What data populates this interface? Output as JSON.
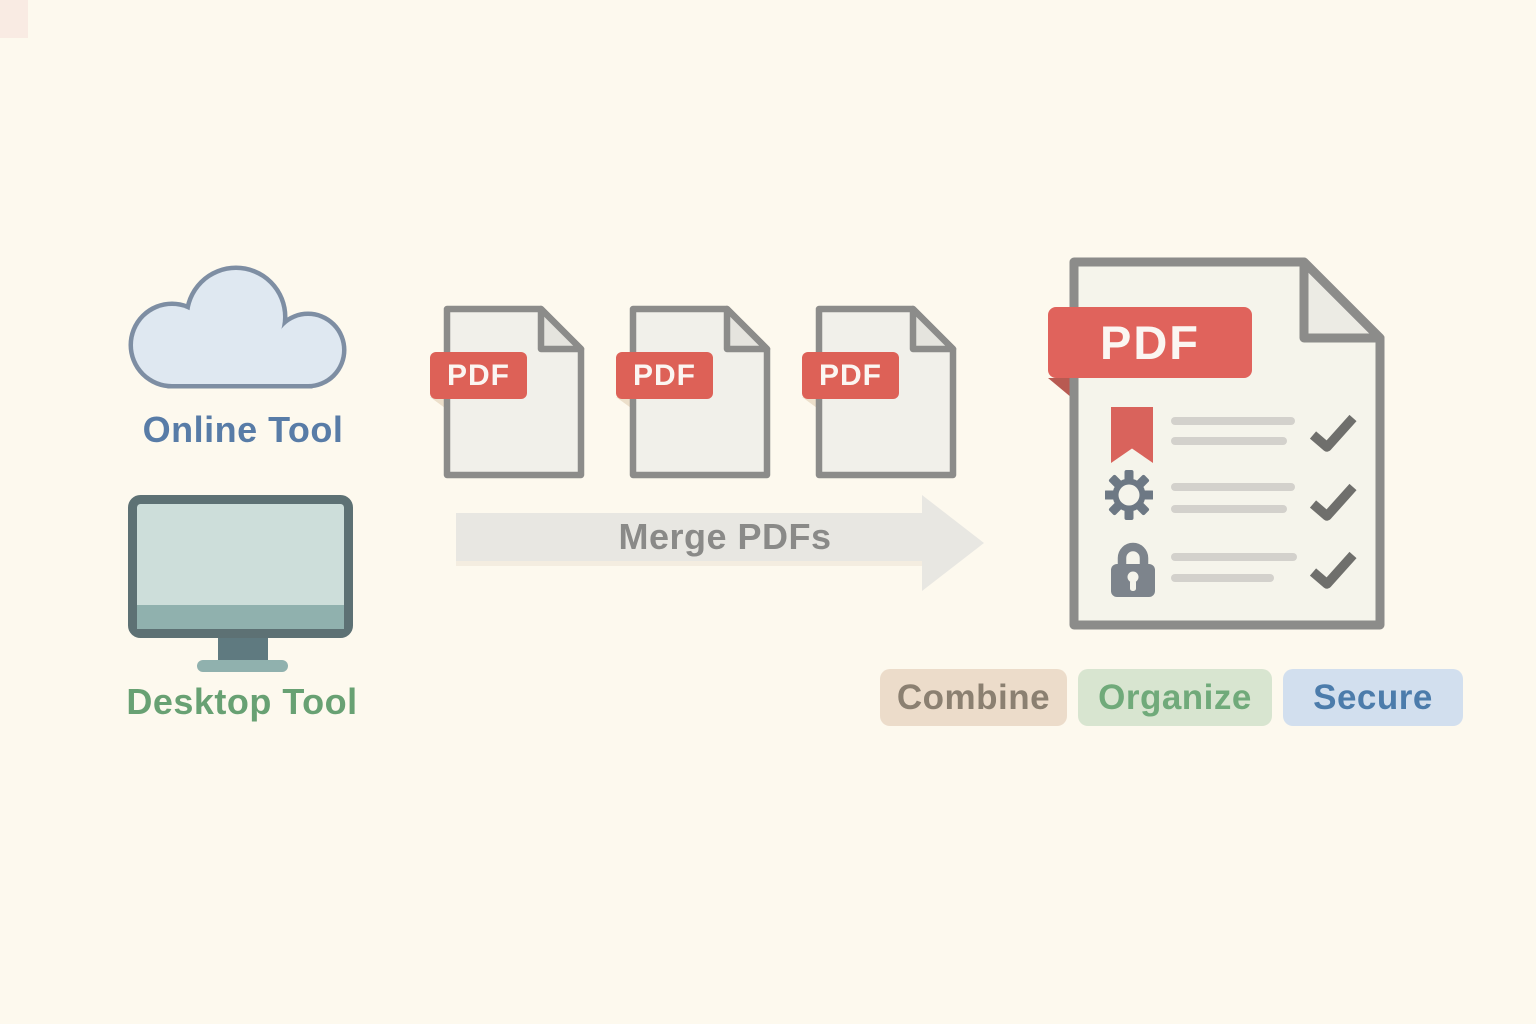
{
  "illustration": {
    "background_color": "#fdf9ee",
    "tools": {
      "online": {
        "label": "Online Tool",
        "icon": "cloud-icon",
        "label_color": "#587ca7"
      },
      "desktop": {
        "label": "Desktop Tool",
        "icon": "monitor-icon",
        "label_color": "#68a173"
      }
    },
    "source_documents": {
      "count": 3,
      "badge_label": "PDF",
      "badge_color": "#dd6157",
      "page_color": "#f1f0ea",
      "border_color": "#8c8c8a"
    },
    "merge_arrow": {
      "label": "Merge PDFs",
      "arrow_color": "#e8e7e2",
      "label_color": "#8a8a88"
    },
    "merged_document": {
      "badge_label": "PDF",
      "badge_color": "#e0635c",
      "features": [
        {
          "icon": "bookmark-icon",
          "icon_color": "#d9635c",
          "lines": 2,
          "checked": true
        },
        {
          "icon": "gear-icon",
          "icon_color": "#6d7884",
          "lines": 2,
          "checked": true
        },
        {
          "icon": "lock-icon",
          "icon_color": "#7d848c",
          "lines": 2,
          "checked": true
        }
      ],
      "check_color": "#6f6f6c"
    },
    "feature_tags": [
      {
        "label": "Combine",
        "background": "#ecdcca",
        "color": "#8b8071"
      },
      {
        "label": "Organize",
        "background": "#d8e5d0",
        "color": "#70aa7a"
      },
      {
        "label": "Secure",
        "background": "#d2dfee",
        "color": "#4c7cab"
      }
    ]
  }
}
